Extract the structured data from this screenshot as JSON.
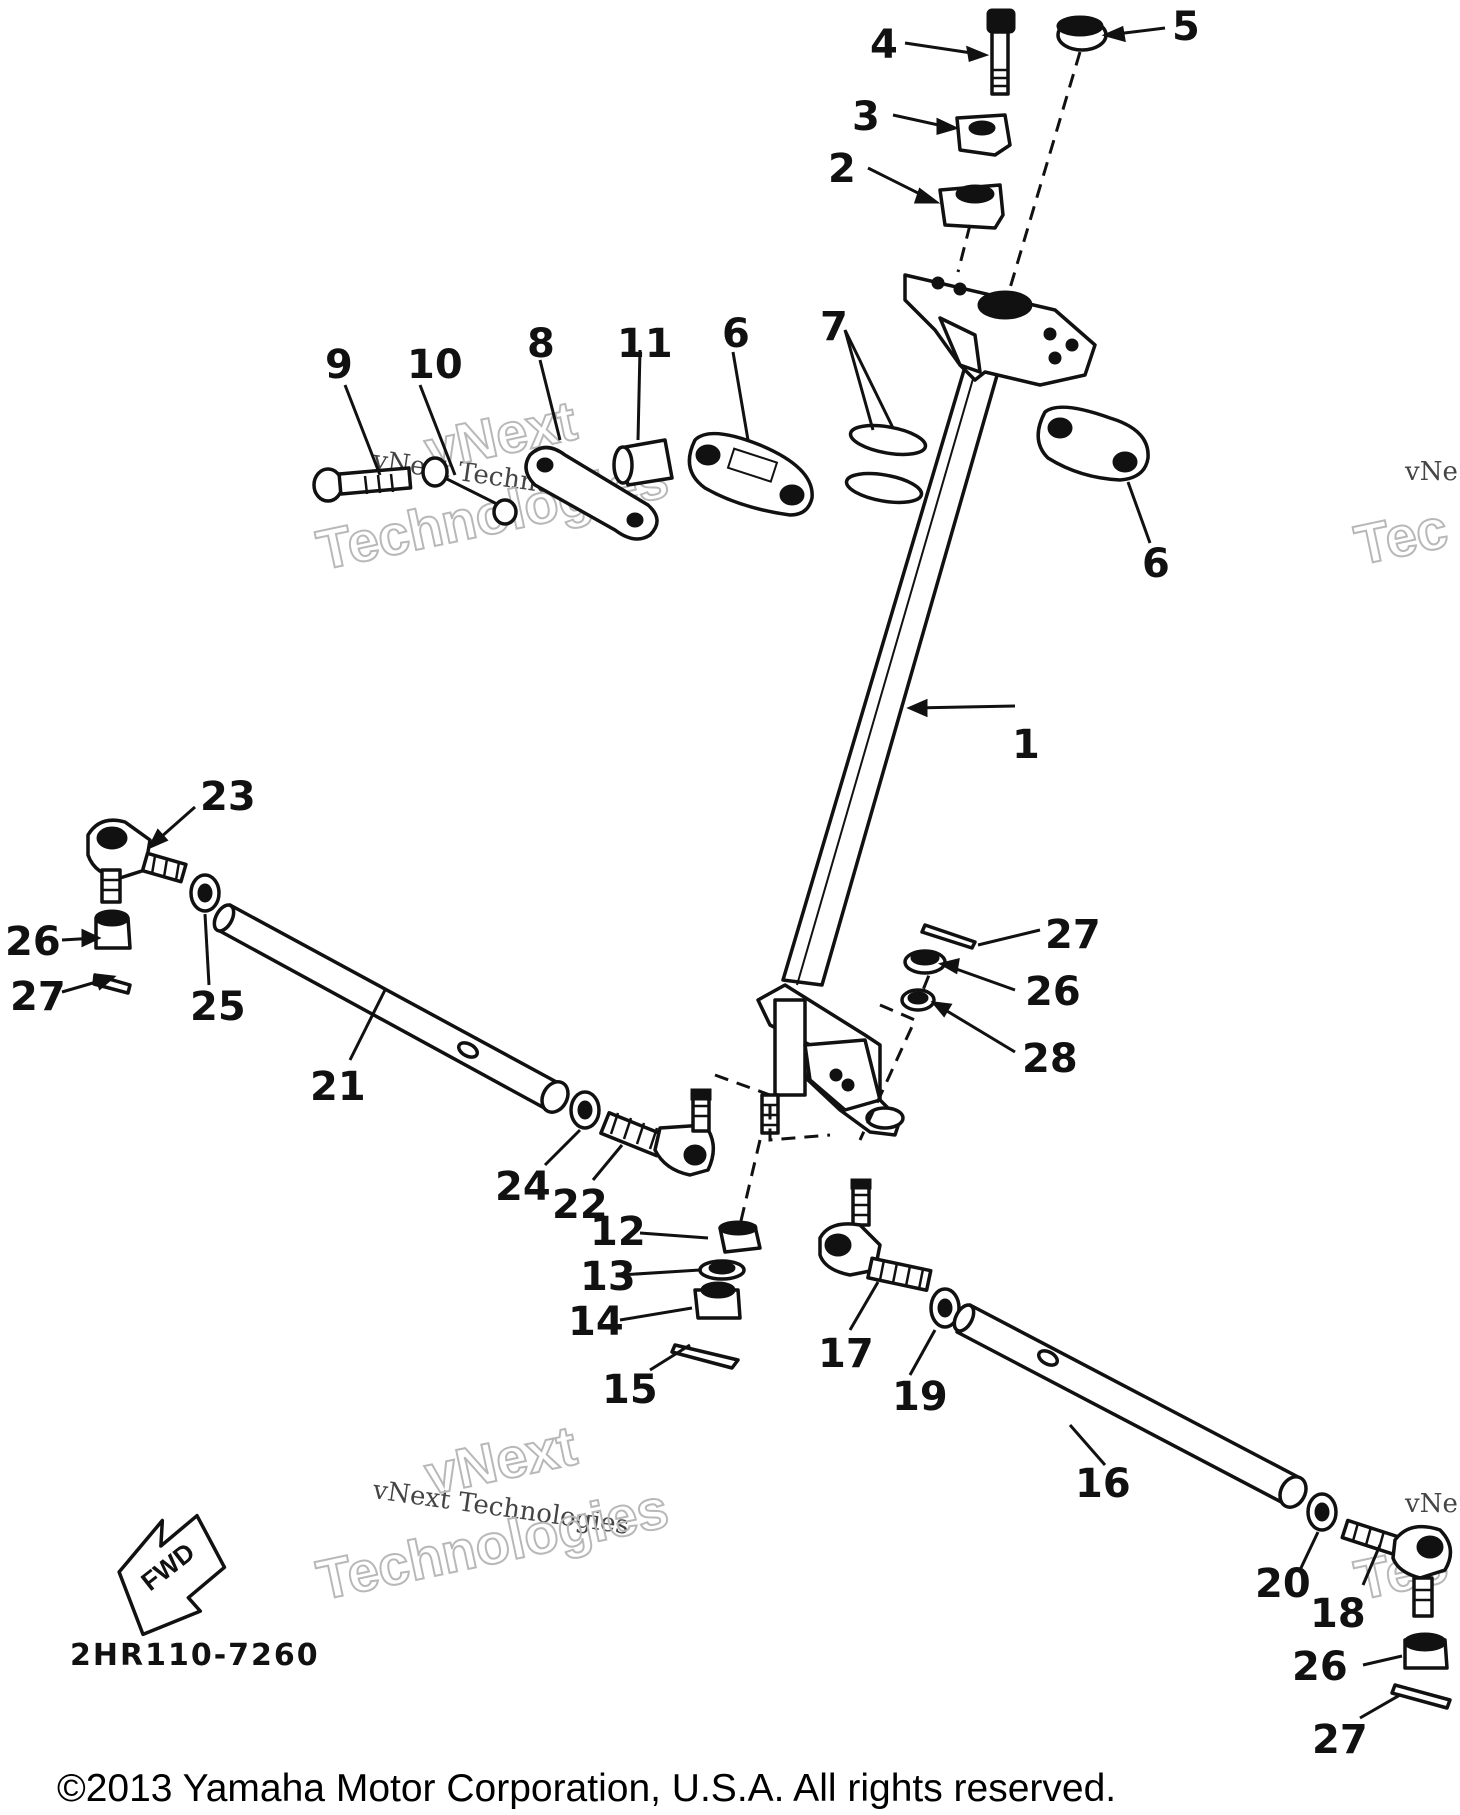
{
  "diagram": {
    "part_code": "2HR110-7260",
    "fwd_label": "FWD",
    "copyright": "©2013 Yamaha Motor Corporation, U.S.A. All rights reserved.",
    "watermark_line1": "vNext Technologies",
    "watermark_line2": "vNext",
    "watermark_line3": "Technologies",
    "watermark_edge_small": "vNe",
    "watermark_edge_big": "Tec",
    "callouts": [
      "1",
      "2",
      "3",
      "4",
      "5",
      "6",
      "6",
      "7",
      "8",
      "9",
      "10",
      "11",
      "12",
      "13",
      "14",
      "15",
      "16",
      "17",
      "18",
      "19",
      "20",
      "21",
      "22",
      "23",
      "24",
      "25",
      "26",
      "26",
      "26",
      "27",
      "27",
      "27",
      "28"
    ]
  }
}
